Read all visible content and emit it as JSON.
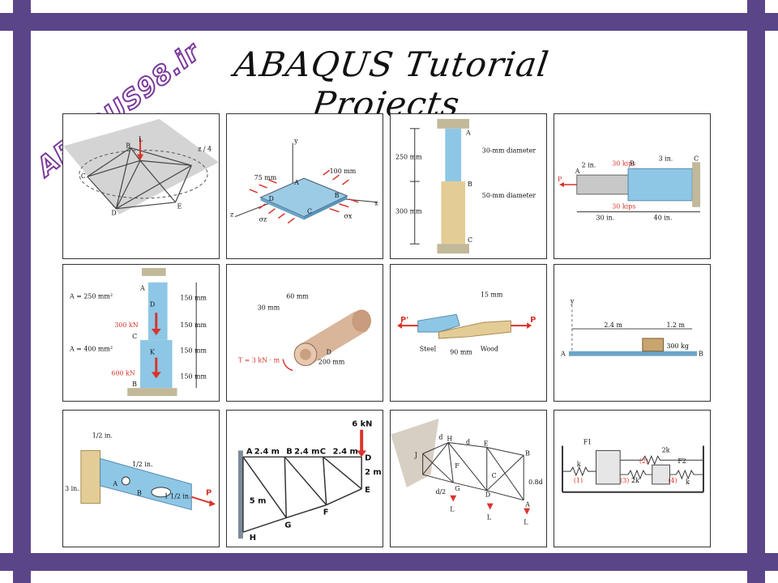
{
  "title": "ABAQUS Tutorial Projects",
  "logo": "ABAQUS98.ir",
  "colors": {
    "frame": "#5b4589",
    "logo": "#7b3a9b",
    "steel": "#8ec7e6",
    "wood": "#e3cc96",
    "load": "#d9342b"
  },
  "cards": {
    "c1": {
      "L": "L",
      "B": "B",
      "C": "C",
      "D": "D",
      "E": "E",
      "frac": "z / 4"
    },
    "c2": {
      "y": "y",
      "x": "x",
      "z": "z",
      "d1": "75 mm",
      "d2": "100 mm",
      "A": "A",
      "B": "B",
      "C": "C",
      "D": "D",
      "sz": "σz",
      "sx": "σx"
    },
    "c3": {
      "A": "A",
      "B": "B",
      "C": "C",
      "h1": "250 mm",
      "h2": "300 mm",
      "d1": "30-mm diameter",
      "d2": "50-mm diameter"
    },
    "c4": {
      "l1": "2 in.",
      "l2": "3 in.",
      "load1": "30 kips",
      "load2": "30 kips",
      "A": "A",
      "B": "B",
      "C": "C",
      "P": "P",
      "s1": "30 in.",
      "s2": "40 in."
    },
    "c5": {
      "a1": "A = 250 mm²",
      "a2": "A = 400 mm²",
      "f1": "300 kN",
      "f2": "600 kN",
      "A": "A",
      "B": "B",
      "C": "C",
      "D": "D",
      "K": "K",
      "h": "150 mm"
    },
    "c6": {
      "d1": "60 mm",
      "d2": "30 mm",
      "L": "200 mm",
      "T": "T = 3 kN · m",
      "D": "D"
    },
    "c7": {
      "t": "15 mm",
      "P1": "P'",
      "P2": "P",
      "steel": "Steel",
      "wood": "Wood",
      "w": "90 mm"
    },
    "c8": {
      "y": "y",
      "l1": "2.4 m",
      "l2": "1.2 m",
      "mass": "300 kg",
      "A": "A",
      "B": "B"
    },
    "c9": {
      "t1": "1/2 in.",
      "t2": "1/2 in.",
      "h": "3 in.",
      "w": "1 1/2 in.",
      "A": "A",
      "B": "B",
      "P": "P"
    },
    "c10": {
      "load": "6 kN",
      "s1": "2.4 m",
      "s2": "2.4 m",
      "s3": "2.4 m",
      "v1": "2 m",
      "v2": "5 m",
      "A": "A",
      "B": "B",
      "C": "C",
      "D": "D",
      "E": "E",
      "F": "F",
      "G": "G",
      "H": "H"
    },
    "c11": {
      "d": "d",
      "A": "A",
      "B": "B",
      "C": "C",
      "D": "D",
      "E": "E",
      "F": "F",
      "G": "G",
      "H": "H",
      "J": "J",
      "L": "L",
      "h": "0.8d",
      "half": "d/2"
    },
    "c12": {
      "F1": "F1",
      "F2": "F2",
      "k": "k",
      "k2": "2k",
      "n1": "(1)",
      "n2": "(2)",
      "n3": "(3)",
      "n4": "(4)"
    }
  }
}
